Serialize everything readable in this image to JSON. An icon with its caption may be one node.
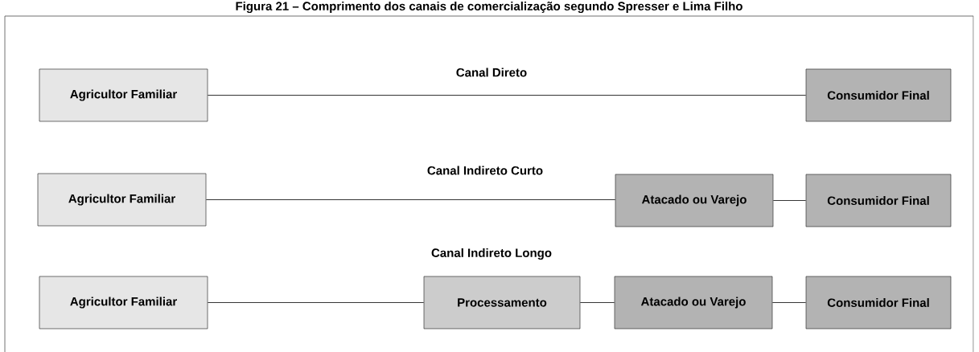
{
  "diagram": {
    "title": "Figura 21 – Comprimento dos canais de comercialização segundo Spresser e Lima Filho",
    "nodes": [
      {
        "text": [
          "Agricultor Familiar"
        ]
      },
      {
        "text": [
          "Consumidor Final"
        ]
      },
      {
        "text": [
          "Agricultor Familiar"
        ]
      },
      {
        "text": [
          "Atacado ou Varejo"
        ]
      },
      {
        "text": [
          "Consumidor Final"
        ]
      },
      {
        "text": [
          "Agricultor Familiar"
        ]
      },
      {
        "text": [
          "Processamento"
        ]
      },
      {
        "text": [
          "Atacado ou Varejo"
        ]
      },
      {
        "text": [
          "Consumidor Final"
        ]
      }
    ],
    "edges": [
      {
        "from": 0,
        "to": 1,
        "arrow": "none"
      },
      {
        "from": 2,
        "to": 3,
        "arrow": "none"
      },
      {
        "from": 3,
        "to": 4,
        "arrow": "none"
      },
      {
        "from": 5,
        "to": 6,
        "arrow": "none"
      },
      {
        "from": 6,
        "to": 7,
        "arrow": "none"
      },
      {
        "from": 7,
        "to": 8,
        "arrow": "none"
      }
    ],
    "labels": [
      "Canal Direto",
      "Canal Indireto Curto",
      "Canal Indireto Longo"
    ]
  }
}
